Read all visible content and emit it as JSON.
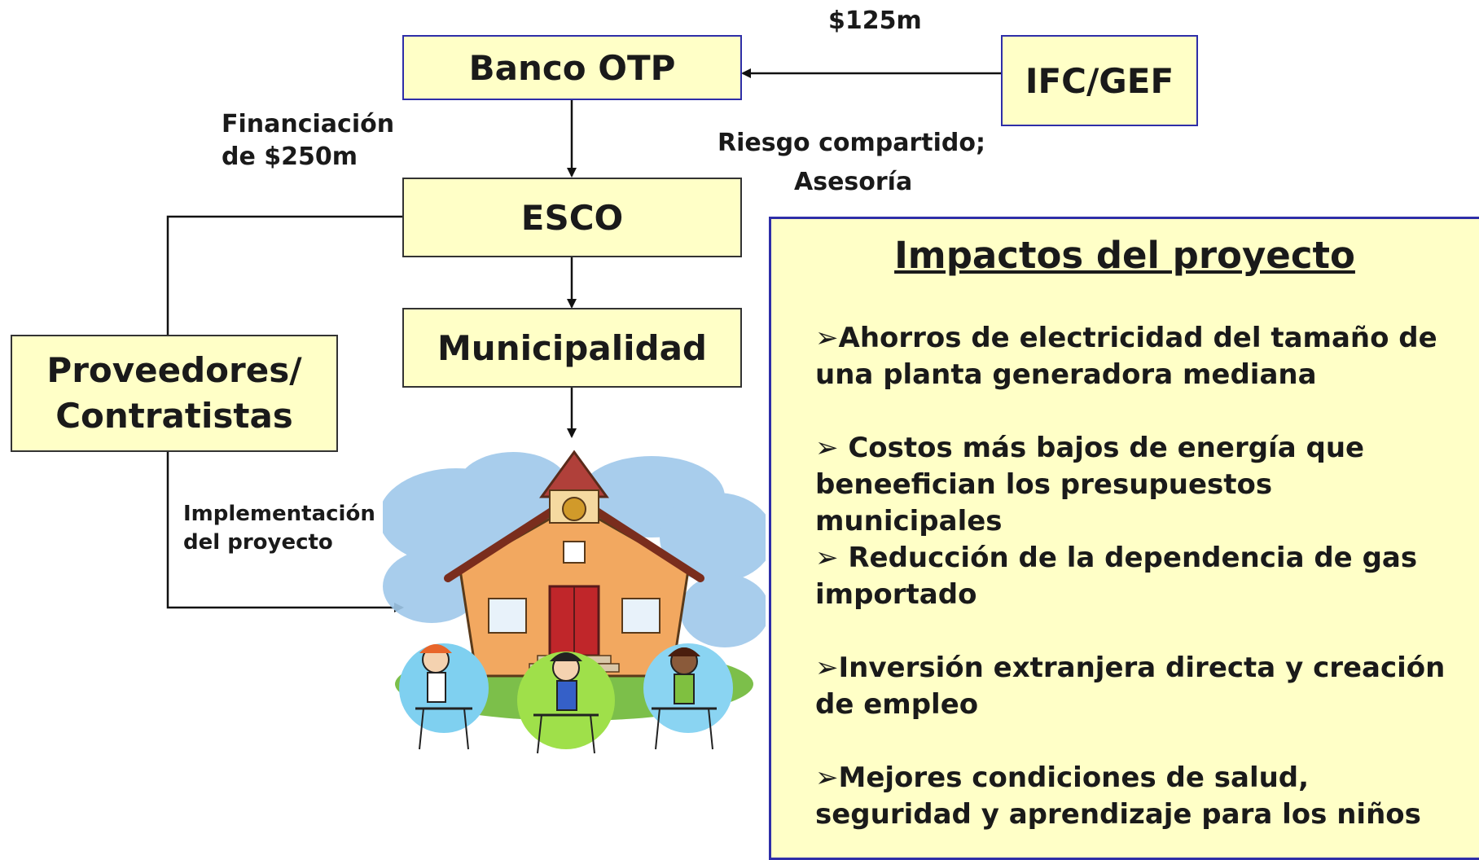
{
  "nodes": {
    "banco_otp": "Banco OTP",
    "ifc_gef": "IFC/GEF",
    "esco": "ESCO",
    "municipalidad": "Municipalidad",
    "proveedores_line1": "Proveedores/",
    "proveedores_line2": "Contratistas"
  },
  "edges": {
    "ifc_to_banco": "$125m",
    "riesgo_line1": "Riesgo compartido;",
    "riesgo_line2": "Asesoría",
    "financiacion_line1": "Financiación",
    "financiacion_line2": "de $250m",
    "implementacion_line1": "Implementación",
    "implementacion_line2": "del proyecto"
  },
  "impacts": {
    "title": "Impactos del proyecto",
    "bullet": "➢",
    "items": [
      "Ahorros de electricidad del tamaño de una planta generadora mediana",
      " Costos más bajos de energía que beneefician los presupuestos municipales",
      " Reducción de la dependencia de gas importado",
      "Inversión extranjera directa y creación de empleo",
      "Mejores condiciones de salud, seguridad y aprendizaje para los niños"
    ]
  },
  "illustration": {
    "icon": "school-with-children-illustration"
  }
}
